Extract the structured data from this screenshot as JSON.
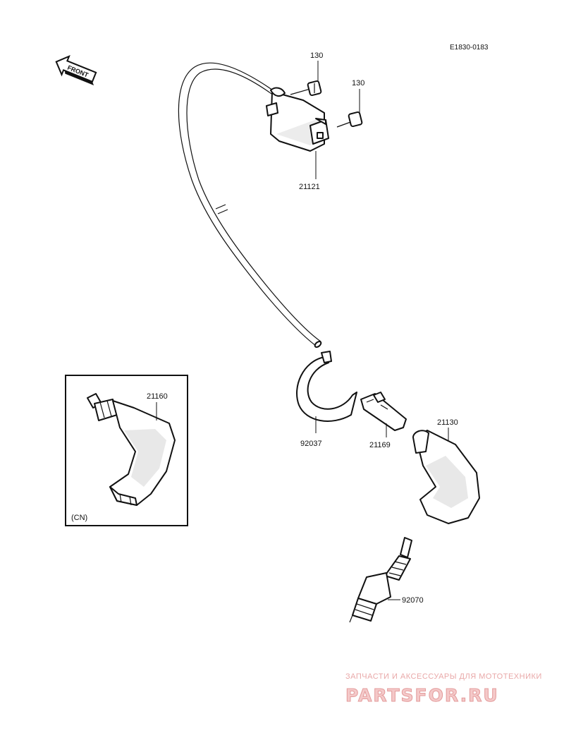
{
  "diagram_code": "E1830-0183",
  "front_arrow_label": "FRONT",
  "inset_label": "(CN)",
  "parts": {
    "bolt_upper": "130",
    "bolt_lower": "130",
    "ignition_coil": "21121",
    "cap_cn": "21160",
    "clamp_band": "92037",
    "terminal": "21169",
    "plug_cap": "21130",
    "spark_plug": "92070"
  },
  "watermark": {
    "tagline": "ЗАПЧАСТИ И АКСЕССУАРЫ ДЛЯ МОТОТЕХНИКИ",
    "logo": "PARTSFOR.RU"
  }
}
